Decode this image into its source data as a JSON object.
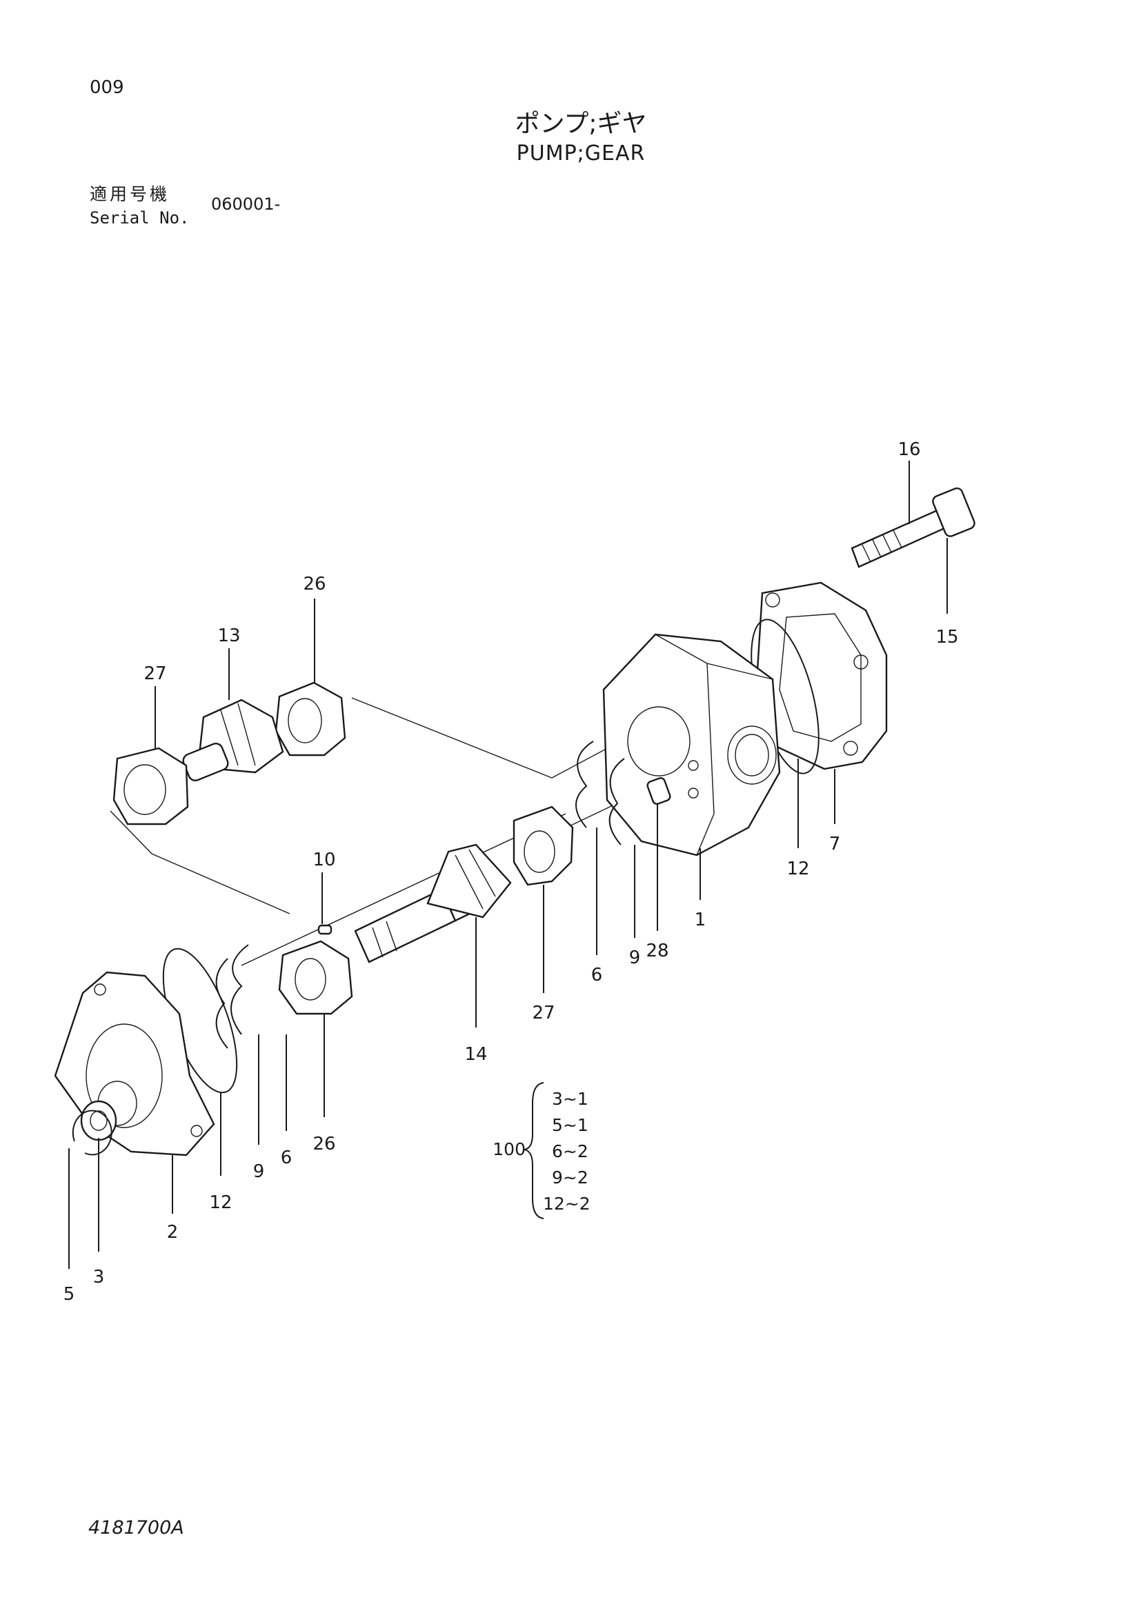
{
  "header": {
    "page_code": "009",
    "title_jp": "ポンプ;ギヤ",
    "title_en": "PUMP;GEAR",
    "serial_label_jp": "適用号機",
    "serial_label_en": "Serial No.",
    "serial_value": "060001-"
  },
  "callouts": {
    "c1": "1",
    "c2": "2",
    "c3": "3",
    "c5": "5",
    "c6a": "6",
    "c6b": "6",
    "c7": "7",
    "c9a": "9",
    "c9b": "9",
    "c10": "10",
    "c12a": "12",
    "c12b": "12",
    "c13": "13",
    "c14": "14",
    "c15": "15",
    "c16": "16",
    "c26a": "26",
    "c26b": "26",
    "c27a": "27",
    "c27b": "27",
    "c28": "28"
  },
  "kit": {
    "number": "100",
    "items": [
      "3~1",
      "5~1",
      "6~2",
      "9~2",
      "12~2"
    ]
  },
  "footer": {
    "drawing_number": "4181700A"
  }
}
